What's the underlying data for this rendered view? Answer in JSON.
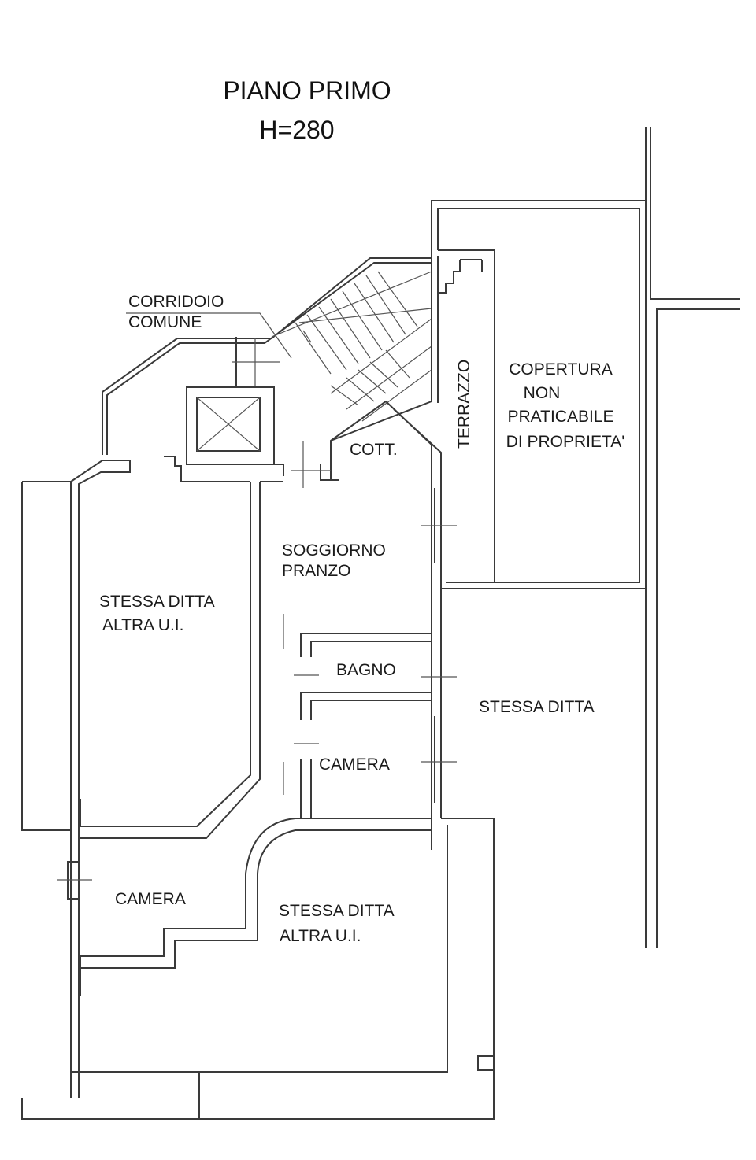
{
  "title": {
    "line1": "PIANO PRIMO",
    "line2": "H=280"
  },
  "labels": {
    "corridoio_1": "CORRIDOIO",
    "corridoio_2": "COMUNE",
    "terrazzo": "TERRAZZO",
    "copertura_1": "COPERTURA",
    "copertura_2": "NON",
    "copertura_3": "PRATICABILE",
    "copertura_4": "DI PROPRIETA'",
    "cottura": "COTT.",
    "soggiorno_1": "SOGGIORNO",
    "soggiorno_2": "PRANZO",
    "left_unit_1": "STESSA DITTA",
    "left_unit_2": "ALTRA U.I.",
    "bagno": "BAGNO",
    "right_unit": "STESSA DITTA",
    "camera_1": "CAMERA",
    "camera_2": "CAMERA",
    "bottom_unit_1": "STESSA DITTA",
    "bottom_unit_2": "ALTRA U.I."
  },
  "colors": {
    "line": "#3a3a3a",
    "text": "#1a1a1a",
    "background": "#ffffff"
  }
}
